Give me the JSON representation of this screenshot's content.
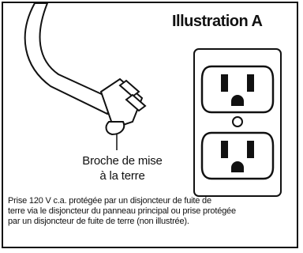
{
  "illustration": {
    "title": "Illustration A",
    "ground_pin_label_line1": "Broche de mise",
    "ground_pin_label_line2": "à la terre",
    "caption_line1": "Prise 120 V c.a. protégée par un disjoncteur de fuite de",
    "caption_line2": "terre via le disjoncteur du panneau principal ou prise protégée",
    "caption_line3": "par un disjoncteur de fuite de terre (non illustrée)."
  },
  "colors": {
    "line": "#111111",
    "background": "#ffffff"
  }
}
